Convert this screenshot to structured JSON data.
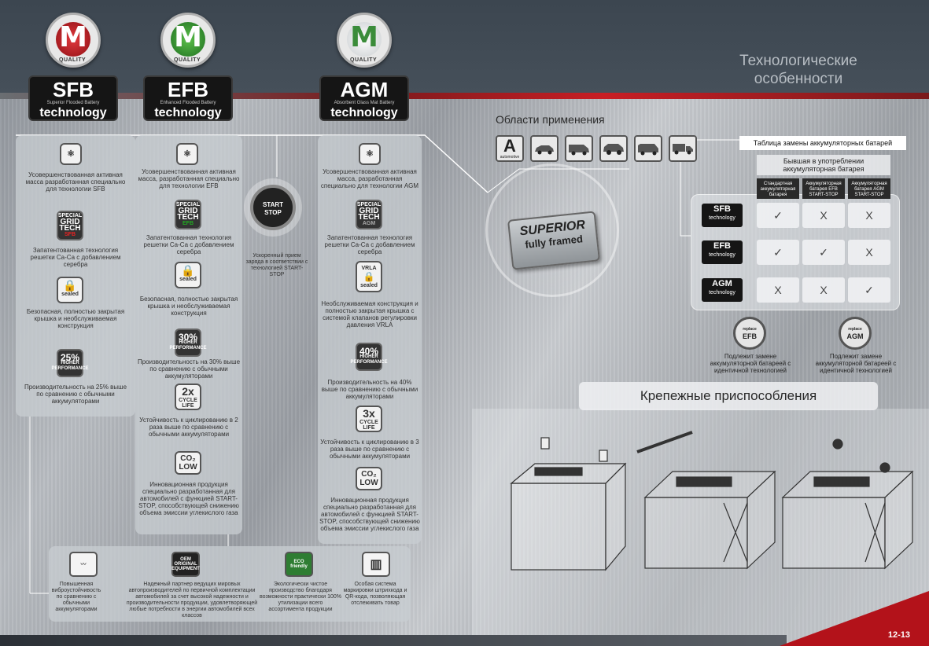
{
  "section_title": "Технологические особенности",
  "brands": [
    {
      "name": "SFB",
      "sub": "Superior Flooded Battery",
      "tech": "technology",
      "logo_letter": "M",
      "quality": "QUALITY",
      "logo_color": "#c8191f"
    },
    {
      "name": "EFB",
      "sub": "Enhanced Flooded Battery",
      "tech": "technology",
      "logo_letter": "M",
      "quality": "QUALITY",
      "logo_color": "#2e8b2e"
    },
    {
      "name": "AGM",
      "sub": "Absorbent Glass Mat Battery",
      "tech": "technology",
      "logo_letter": "M",
      "quality": "QUALITY",
      "logo_color": "#ffffff"
    }
  ],
  "sfb_features": [
    "Усовершенствованная активная масса разработанная специально для технологии SFB",
    "Запатентованная технология решетки Ca-Ca с добавлением серебра",
    "Безопасная, полностью закрытая крышка и необслуживаемая конструкция",
    "Производительность на 25% выше по сравнению с обычными аккумуляторами"
  ],
  "efb_features": [
    "Усовершенствованная активная масса, разработанная специально для технологии EFB",
    "Запатентованная технология решетки Ca-Ca с добавлением серебра",
    "Безопасная, полностью закрытая крышка и необслуживаемая конструкция",
    "Производительность на 30% выше по сравнению с обычными аккумуляторами",
    "Устойчивость к циклированию в 2 раза выше по сравнению с обычными аккумуляторами",
    "Инновационная продукция специально разработанная для автомобилей с функцией START-STOP, способствующей снижению объема эмиссии углекислого газа"
  ],
  "agm_features": [
    "Усовершенствованная активная масса, разработанная специально для технологии AGM",
    "Запатентованная технология решетки Ca-Ca с добавлением серебра",
    "Необслуживаемая конструкция и полностью закрытая крышка с системой клапанов регулировки давления VRLA",
    "Производительность на 40% выше по сравнению с обычными аккумуляторами",
    "Устойчивость к циклированию в 3 раза выше по сравнению с обычными аккумуляторами",
    "Инновационная продукция специально разработанная для автомобилей с функцией START-STOP, способствующей снижению объема эмиссии углекислого газа"
  ],
  "icons": {
    "special_grid": [
      "SPECIAL",
      "GRID",
      "TECH"
    ],
    "grid_sfb": "SFB",
    "grid_efb": "EFB",
    "grid_agm": "AGM",
    "sealed": "sealed",
    "vrla": "VRLA",
    "perf25": "25%",
    "perf30": "30%",
    "perf40": "40%",
    "higher": "HIGHER",
    "performance": "PERFORMANCE",
    "cycle2": "2x",
    "cycle3": "3x",
    "cycle": "CYCLE",
    "life": "LIFE",
    "co2": "CO₂",
    "low": "LOW"
  },
  "start_stop": {
    "line1": "START",
    "line2": "STOP",
    "caption": "Ускоренный прием заряда в соответствии с технологией START-STOP"
  },
  "bottom_features": [
    {
      "icon": "vibration-icon",
      "label": "",
      "text": "Повышенная виброустойчивость по сравнению с обычными аккумуляторами"
    },
    {
      "icon": "oem-icon",
      "label": "OEM ORIGINAL EQUIPMENT",
      "text": "Надежный партнер ведущих мировых автопроизводителей по первичной комплектации автомобилей за счет высокой надежности и производительности продукции, удовлетворяющей любые потребности в энергии автомобилей всех классов"
    },
    {
      "icon": "eco-icon",
      "label": "ECO friendly",
      "text": "Экологически чистое производство благодаря возможности практически 100% утилизации всего ассортимента продукции"
    },
    {
      "icon": "barcode-icon",
      "label": "",
      "text": "Особая система маркировки штрихкода и QR-кода, позволяющая отслеживать товар"
    }
  ],
  "applications": {
    "title": "Области применения",
    "a_letter": "A",
    "a_sub": "automotive",
    "vehicles": [
      "car",
      "van",
      "suv",
      "minibus",
      "truck"
    ]
  },
  "superior": {
    "line1": "SUPERIOR",
    "line2": "fully framed"
  },
  "replacement": {
    "title": "Таблица замены аккумуляторных батарей",
    "previous": "Бывшая в употреблении аккумуляторная батарея",
    "headers": [
      "Стандартная аккумуляторная батарея",
      "Аккумуляторная батарея EFB START-STOP",
      "Аккумуляторная батарея AGM START-STOP"
    ],
    "rows": [
      {
        "name": "SFB",
        "tech": "technology",
        "cells": [
          "✓",
          "X",
          "X"
        ]
      },
      {
        "name": "EFB",
        "tech": "technology",
        "cells": [
          "✓",
          "✓",
          "X"
        ]
      },
      {
        "name": "AGM",
        "tech": "technology",
        "cells": [
          "X",
          "X",
          "✓"
        ]
      }
    ],
    "notes": [
      {
        "badge_top": "replace",
        "badge": "EFB",
        "text": "Подлежит замене аккумуляторной батареей с идентичной технологией"
      },
      {
        "badge_top": "replace",
        "badge": "AGM",
        "text": "Подлежит замене аккумуляторной батареей с идентичной технологией"
      }
    ]
  },
  "mounting": {
    "title": "Крепежные приспособления"
  },
  "page_number": "12-13"
}
